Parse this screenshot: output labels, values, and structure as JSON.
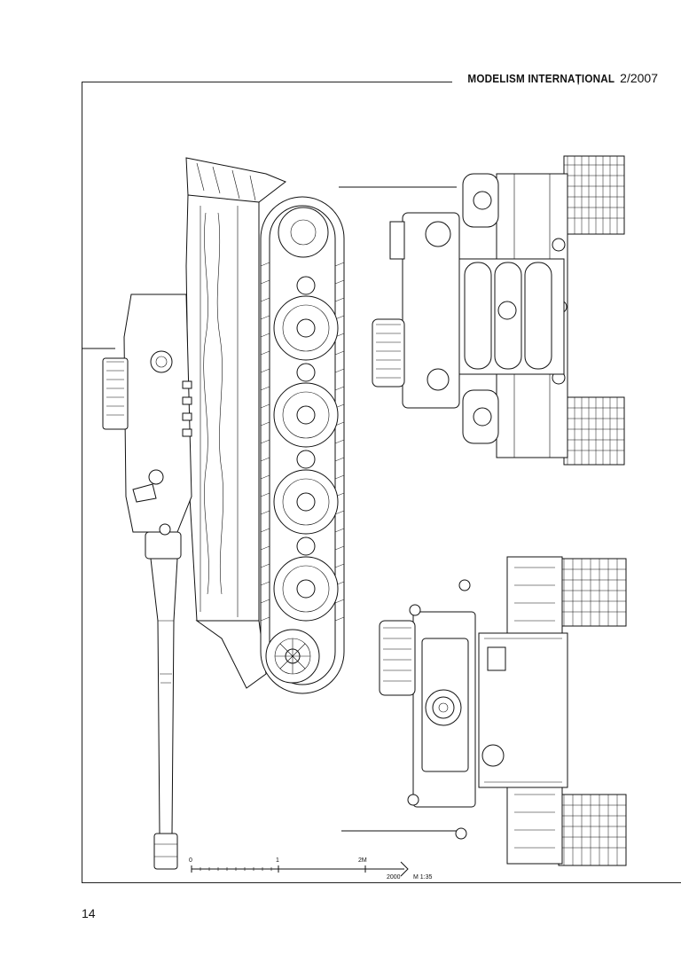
{
  "header": {
    "publication": "MODELISM INTERNAȚIONAL",
    "issue": "2/2007"
  },
  "scale_bar": {
    "label_0": "0",
    "label_1": "1",
    "label_2": "2M",
    "label_mm": "2000",
    "label_ratio": "M 1:35"
  },
  "footer": {
    "page_number": "14"
  }
}
